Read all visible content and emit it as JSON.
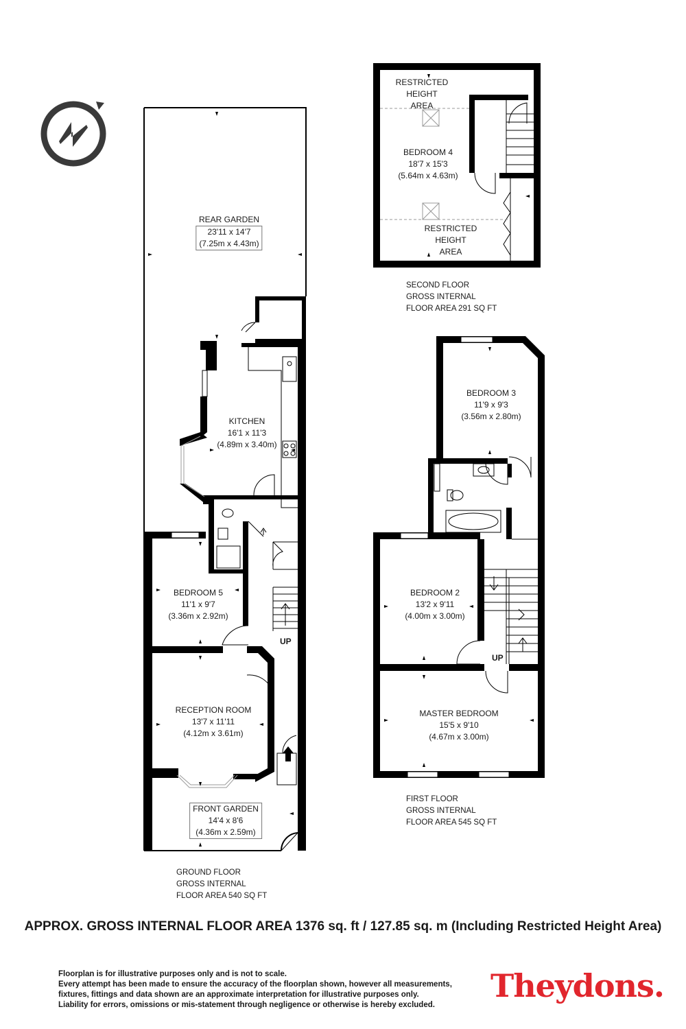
{
  "rooms": {
    "rear_garden": {
      "name": "REAR GARDEN",
      "imperial": "23'11 x 14'7",
      "metric": "(7.25m x 4.43m)"
    },
    "kitchen": {
      "name": "KITCHEN",
      "imperial": "16'1 x 11'3",
      "metric": "(4.89m x 3.40m)"
    },
    "bedroom5": {
      "name": "BEDROOM 5",
      "imperial": "11'1 x 9'7",
      "metric": "(3.36m x 2.92m)"
    },
    "reception": {
      "name": "RECEPTION ROOM",
      "imperial": "13'7 x 11'11",
      "metric": "(4.12m x 3.61m)"
    },
    "front_garden": {
      "name": "FRONT GARDEN",
      "imperial": "14'4 x 8'6",
      "metric": "(4.36m x 2.59m)"
    },
    "bedroom4": {
      "name": "BEDROOM 4",
      "imperial": "18'7 x 15'3",
      "metric": "(5.64m x 4.63m)"
    },
    "restricted_top": {
      "line1": "RESTRICTED",
      "line2": "HEIGHT",
      "line3": "AREA"
    },
    "restricted_bottom": {
      "line1": "RESTRICTED",
      "line2": "HEIGHT",
      "line3": "AREA"
    },
    "bedroom3": {
      "name": "BEDROOM 3",
      "imperial": "11'9 x 9'3",
      "metric": "(3.56m x 2.80m)"
    },
    "bedroom2": {
      "name": "BEDROOM 2",
      "imperial": "13'2 x 9'11",
      "metric": "(4.00m x 3.00m)"
    },
    "master": {
      "name": "MASTER BEDROOM",
      "imperial": "15'5 x 9'10",
      "metric": "(4.67m x 3.00m)"
    }
  },
  "stairs": {
    "ground_up": "UP",
    "first_up": "UP"
  },
  "floors": {
    "ground": {
      "line1": "GROUND FLOOR",
      "line2": "GROSS INTERNAL",
      "line3": "FLOOR AREA 540 SQ FT"
    },
    "first": {
      "line1": "FIRST FLOOR",
      "line2": "GROSS INTERNAL",
      "line3": "FLOOR AREA 545 SQ FT"
    },
    "second": {
      "line1": "SECOND FLOOR",
      "line2": "GROSS INTERNAL",
      "line3": "FLOOR AREA 291 SQ FT"
    }
  },
  "total_area": "APPROX. GROSS INTERNAL FLOOR AREA 1376 sq. ft / 127.85 sq. m (Including Restricted Height Area)",
  "disclaimer": [
    "Floorplan is for illustrative purposes only and is not to scale.",
    "Every attempt has been made to ensure the accuracy of the floorplan shown, however all measurements,",
    "fixtures, fittings and data shown are an approximate interpretation for illustrative purposes only.",
    "Liability for errors, omissions or mis-statement through negligence or otherwise is hereby excluded."
  ],
  "brand": "Theydons.",
  "colors": {
    "wall": "#000000",
    "brand": "#e1262d",
    "compass": "#3a3a3a"
  },
  "icons": {
    "compass": "north-compass-icon"
  }
}
